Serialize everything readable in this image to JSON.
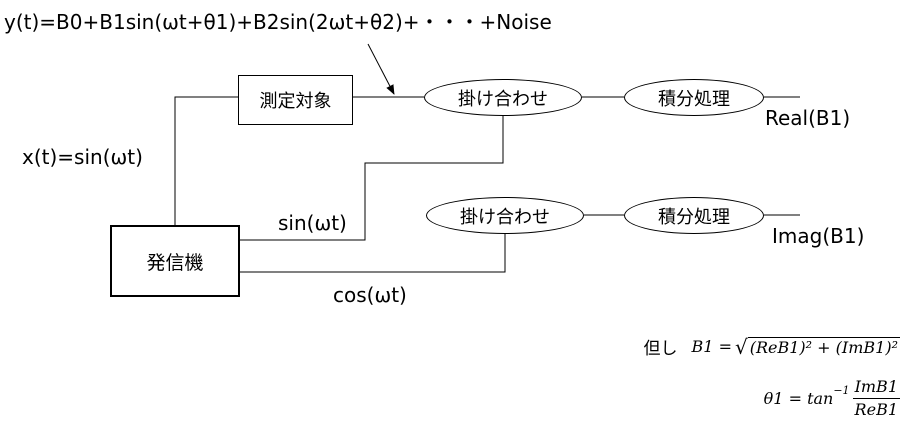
{
  "equation": "y(t)=B0+B1sin(ωt+θ1)+B2sin(2ωt+θ2)+・・・+Noise",
  "blocks": {
    "measurement_target": "測定対象",
    "multiplier_1": "掛け合わせ",
    "integrator_1": "積分処理",
    "multiplier_2": "掛け合わせ",
    "integrator_2": "積分処理",
    "oscillator": "発信機"
  },
  "signals": {
    "input": "x(t)=sin(ωt)",
    "sin_ref": "sin(ωt)",
    "cos_ref": "cos(ωt)",
    "real_out": "Real(B1)",
    "imag_out": "Imag(B1)"
  },
  "notes": {
    "prefix": "但し",
    "b1_lhs": "B1 = ",
    "b1_sqrt_content": "(ReB1)² + (ImB1)²",
    "theta_lhs": "θ1 = tan",
    "theta_exp": "−1",
    "theta_num": "ImB1",
    "theta_den": "ReB1"
  }
}
